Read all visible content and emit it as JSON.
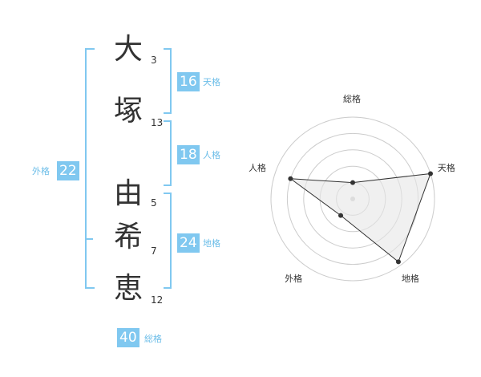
{
  "name": {
    "characters": [
      {
        "char": "大",
        "strokes": "3"
      },
      {
        "char": "塚",
        "strokes": "13"
      },
      {
        "char": "由",
        "strokes": "5"
      },
      {
        "char": "希",
        "strokes": "7"
      },
      {
        "char": "恵",
        "strokes": "12"
      }
    ]
  },
  "fortune": {
    "tenkaku": {
      "value": "16",
      "label": "天格"
    },
    "jinkaku": {
      "value": "18",
      "label": "人格"
    },
    "chikaku": {
      "value": "24",
      "label": "地格"
    },
    "gaikaku": {
      "value": "22",
      "label": "外格"
    },
    "soukaku": {
      "value": "40",
      "label": "総格"
    }
  },
  "colors": {
    "accent": "#80c8f0",
    "accent_text": "#6bbde8",
    "text": "#333333",
    "grid": "#cccccc",
    "fill": "#eeeeee"
  },
  "chart_data": {
    "type": "radar",
    "axes": [
      "総格",
      "天格",
      "地格",
      "外格",
      "人格"
    ],
    "series": [
      {
        "values": [
          0.2,
          1.0,
          0.95,
          0.25,
          0.8
        ]
      }
    ],
    "rings": 5,
    "range": [
      0,
      1
    ]
  }
}
